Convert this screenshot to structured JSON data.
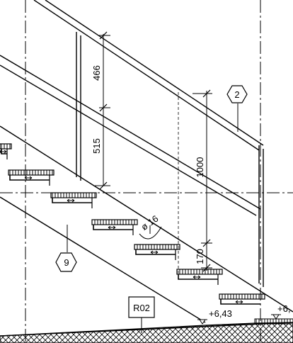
{
  "dimensions": {
    "rail_upper": "466",
    "rail_lower": "515",
    "handrail_height": "1000",
    "step_offset": "170",
    "bar_diameter": "ø 16"
  },
  "tags": {
    "handrail": "2",
    "stringer": "9",
    "reference": "R02"
  },
  "levels": {
    "main": "+6,43",
    "right": "+6,"
  }
}
